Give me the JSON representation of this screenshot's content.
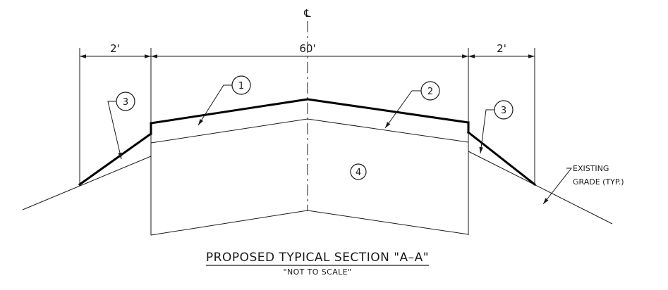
{
  "centerline_symbol": "℄",
  "dimensions": {
    "left_shoulder": "2'",
    "road_width": "60'",
    "right_shoulder": "2'"
  },
  "callouts": {
    "c1": "1",
    "c2": "2",
    "c3_left": "3",
    "c3_right": "3",
    "c4": "4"
  },
  "existing_grade": {
    "line1": "EXISTING",
    "line2": "GRADE (TYP.)"
  },
  "title": "PROPOSED TYPICAL SECTION \"A–A\"",
  "subtitle": "\"NOT TO SCALE\""
}
